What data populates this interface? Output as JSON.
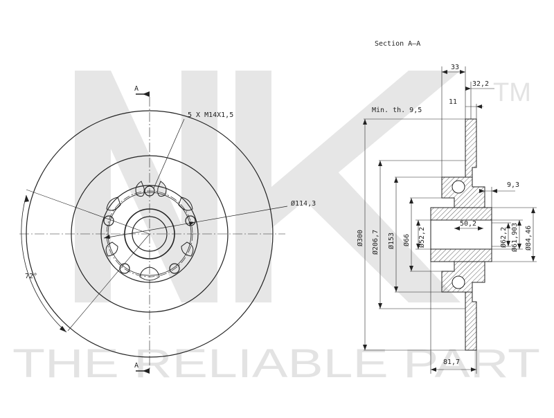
{
  "watermark": {
    "logo_letters": "NK",
    "tm": "TM",
    "tagline": "THE RELIABLE PART"
  },
  "front_view": {
    "section_mark_top": "A",
    "section_mark_bottom": "A",
    "bolt_callout": "5 X M14X1,5",
    "pcd_callout": "Ø114,3",
    "angle_callout": "72°"
  },
  "section_view": {
    "title": "Section A–A",
    "min_thickness": "Min. th. 9,5",
    "dim_33": "33",
    "dim_32_2": "32,2",
    "dim_11": "11",
    "dim_9_3": "9,3",
    "dim_50_2": "50,2",
    "dim_81_7": "81,7",
    "dia_300": "Ø300",
    "dia_206_7": "Ø206,7",
    "dia_153": "Ø153",
    "dia_66": "Ø66",
    "dia_52_2": "Ø52,2",
    "dia_62_2": "Ø62,2",
    "dia_61_903": "Ø61,903",
    "dia_84_46": "Ø84,46"
  }
}
